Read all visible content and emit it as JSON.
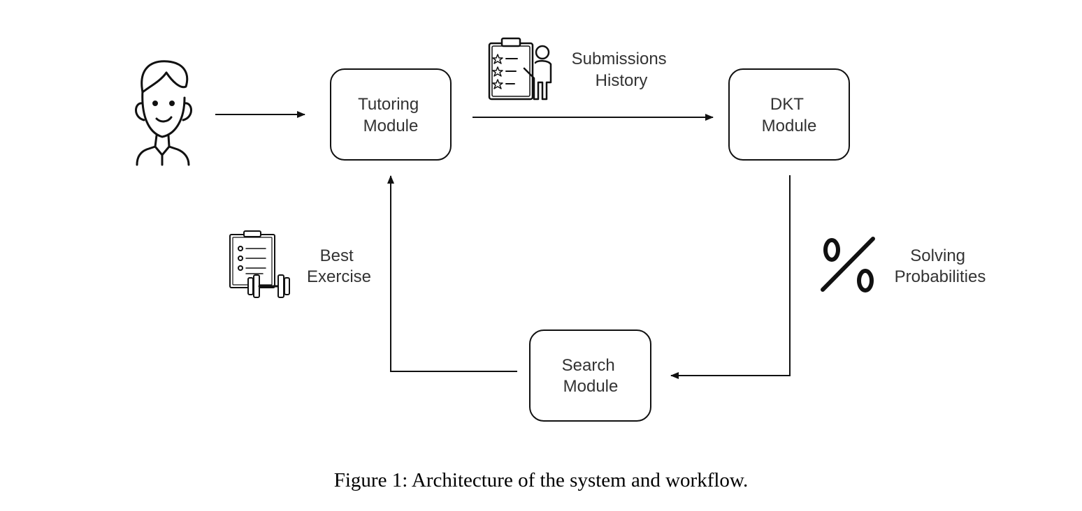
{
  "nodes": {
    "tutoring": {
      "line1": "Tutoring",
      "line2": "Module"
    },
    "dkt": {
      "line1": "DKT",
      "line2": "Module"
    },
    "search": {
      "line1": "Search",
      "line2": "Module"
    }
  },
  "annotations": {
    "submissions": {
      "line1": "Submissions",
      "line2": "History"
    },
    "probabilities": {
      "line1": "Solving",
      "line2": "Probabilities"
    },
    "exercise": {
      "line1": "Best",
      "line2": "Exercise"
    }
  },
  "icons": {
    "student": "student-avatar-icon",
    "submissions": "clipboard-presenter-icon",
    "probabilities": "percent-icon",
    "exercise": "workout-plan-icon"
  },
  "caption": "Figure 1: Architecture of the system and workflow."
}
